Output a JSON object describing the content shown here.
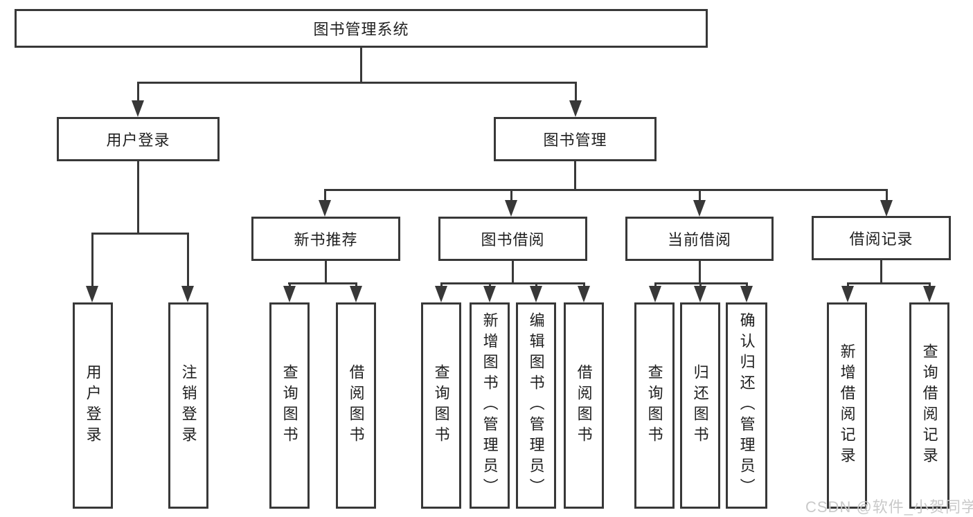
{
  "colors": {
    "line": "#383838",
    "text": "#1f1f1f",
    "background": "#ffffff",
    "watermark": "#c9c9c9"
  },
  "nodes": {
    "root": {
      "label": "图书管理系统"
    },
    "level2": {
      "user_login": {
        "label": "用户登录"
      },
      "book_management": {
        "label": "图书管理"
      }
    },
    "level3": {
      "new_book_recommend": {
        "label": "新书推荐"
      },
      "book_borrowing": {
        "label": "图书借阅"
      },
      "current_borrowing": {
        "label": "当前借阅"
      },
      "borrowing_records": {
        "label": "借阅记录"
      }
    },
    "level4": {
      "user_login_children": [
        {
          "label": "用户登录"
        },
        {
          "label": "注销登录"
        }
      ],
      "new_book_children": [
        {
          "label": "查询图书"
        },
        {
          "label": "借阅图书"
        }
      ],
      "book_borrowing_children": [
        {
          "label": "查询图书"
        },
        {
          "label": "新增图书（管理员）"
        },
        {
          "label": "编辑图书（管理员）"
        },
        {
          "label": "借阅图书"
        }
      ],
      "current_borrowing_children": [
        {
          "label": "查询图书"
        },
        {
          "label": "归还图书"
        },
        {
          "label": "确认归还（管理员）"
        }
      ],
      "borrowing_records_children": [
        {
          "label": "新增借阅记录"
        },
        {
          "label": "查询借阅记录"
        }
      ]
    }
  },
  "watermark": {
    "text": "CSDN @软件_小贺同学"
  }
}
